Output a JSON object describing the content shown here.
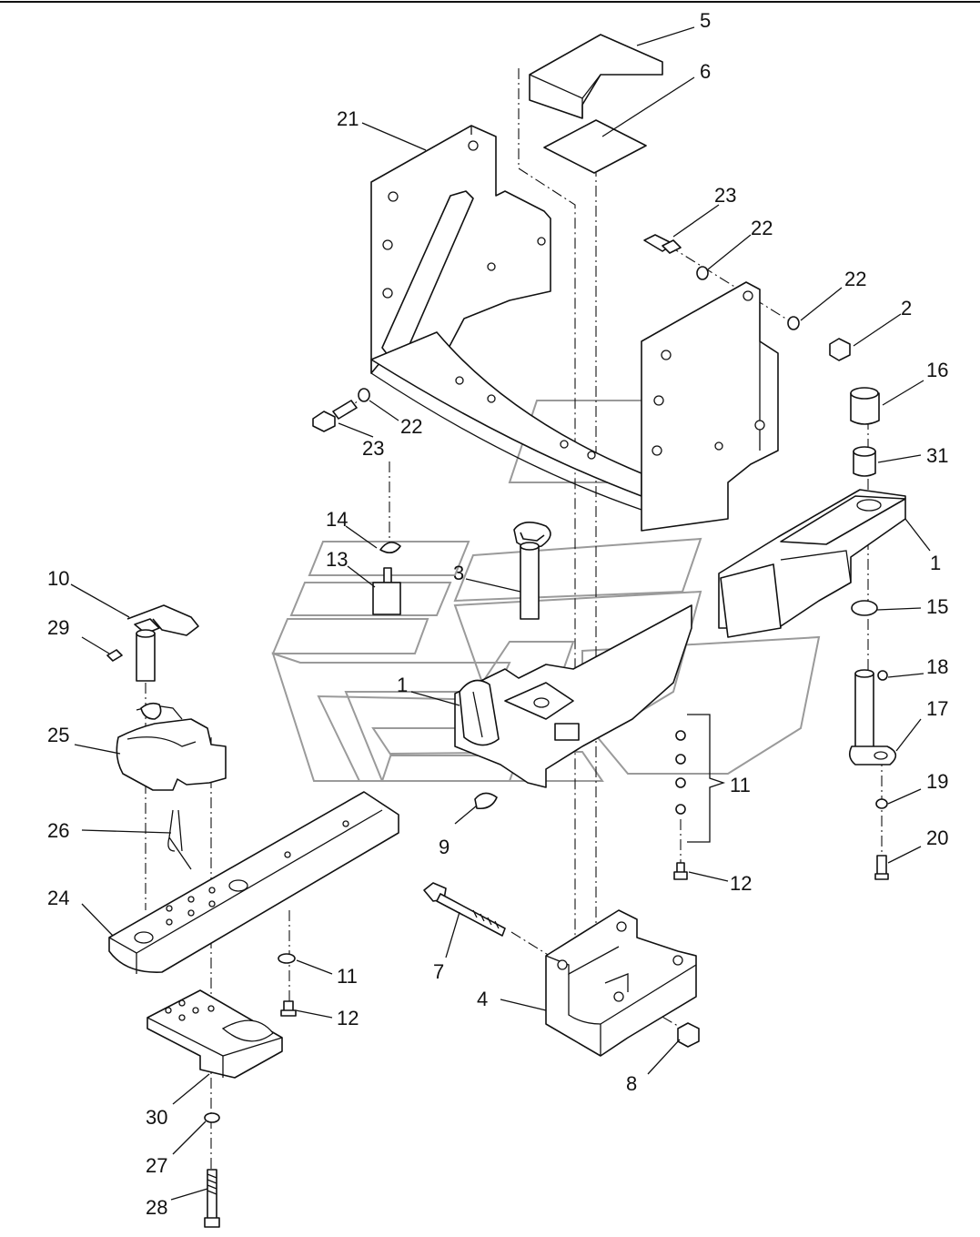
{
  "labels": {
    "p5": "5",
    "p6": "6",
    "p21": "21",
    "p23a": "23",
    "p22a": "22",
    "p22b": "22",
    "p2": "2",
    "p16": "16",
    "p22c": "22",
    "p23b": "23",
    "p31": "31",
    "p1a": "1",
    "p14": "14",
    "p13": "13",
    "p3": "3",
    "p10": "10",
    "p29": "29",
    "p15": "15",
    "p18": "18",
    "p17": "17",
    "p1b": "1",
    "p25": "25",
    "p11a": "11",
    "p19": "19",
    "p26": "26",
    "p9": "9",
    "p20": "20",
    "p12a": "12",
    "p24": "24",
    "p7": "7",
    "p11b": "11",
    "p4": "4",
    "p12b": "12",
    "p8": "8",
    "p30": "30",
    "p27": "27",
    "p28": "28"
  },
  "colors": {
    "line": "#111111",
    "watermark": "#9a9a9a",
    "background": "#ffffff"
  }
}
